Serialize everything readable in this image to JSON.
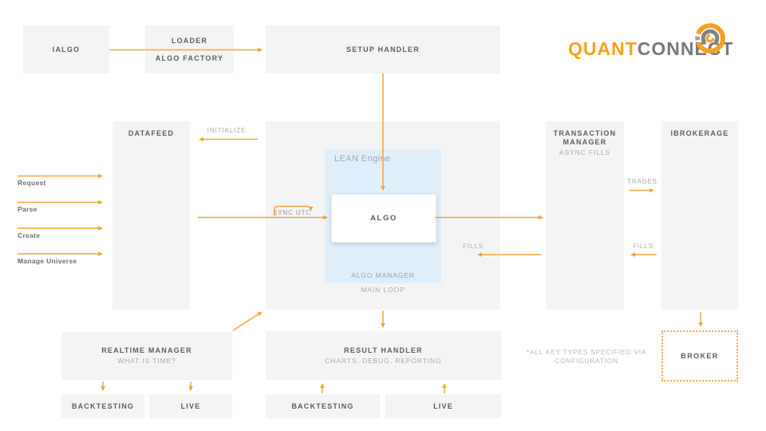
{
  "logo": {
    "brand_primary": "QUANT",
    "brand_secondary": "CONNECT",
    "icon": "quantconnect-swirl",
    "orange": "#F9A11B",
    "gray": "#77787B"
  },
  "colors": {
    "arrow_orange": "#F5A43B",
    "box_gray": "#F4F4F5",
    "engine_blue": "#DFEEFB",
    "title_text": "#5B5C5F",
    "muted_text": "#A7A9AC"
  },
  "nodes": {
    "ialgo": {
      "label": "IALGO"
    },
    "loader": {
      "line1": "LOADER",
      "line2": "ALGO FACTORY"
    },
    "setup_handler": {
      "label": "SETUP HANDLER"
    },
    "datafeed": {
      "label": "DATAFEED"
    },
    "lean_engine": {
      "label": "LEAN Engine",
      "algo": "ALGO",
      "algo_manager": "ALGO MANAGER",
      "main_loop": "MAIN LOOP"
    },
    "transaction_manager": {
      "line1": "TRANSACTION",
      "line2": "MANAGER",
      "subtitle": "ASYNC FILLS"
    },
    "ibrokerage": {
      "label": "IBROKERAGE"
    },
    "realtime_manager": {
      "title": "REALTIME MANAGER",
      "subtitle": "WHAT IS TIME?"
    },
    "result_handler": {
      "title": "RESULT HANDLER",
      "subtitle": "CHARTS, DEBUG, REPORTING"
    },
    "backtesting_realtime": {
      "label": "BACKTESTING"
    },
    "live_realtime": {
      "label": "LIVE"
    },
    "backtesting_result": {
      "label": "BACKTESTING"
    },
    "live_result": {
      "label": "LIVE"
    },
    "broker": {
      "label": "BROKER"
    }
  },
  "edge_labels": {
    "initialize": "INITIALIZE",
    "sync_utc": "SYNC UTC",
    "request": "Request",
    "parse": "Parse",
    "create": "Create",
    "manage_universe": "Manage Universe",
    "fills_engine": "FILLS",
    "trades": "TRADES",
    "fills_broker": "FILLS"
  },
  "note": {
    "line1": "*ALL KEY TYPES SPECIFIED VIA",
    "line2": "CONFIGURATION"
  }
}
